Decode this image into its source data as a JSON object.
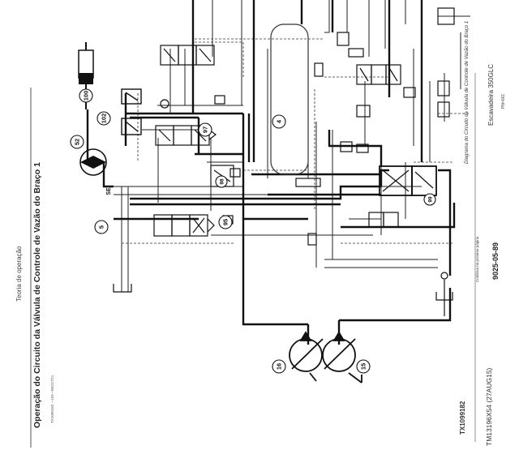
{
  "left_margin": {
    "section_label": "Teoria de operação",
    "title": "Operação do Circuito da Válvula de Controle de Vazão do Braço 1",
    "small_ref": "TX1099182 —UN—05OCT11",
    "figure_id": "TX1099182",
    "manual_code": "TM13196X54 (27AUG15)"
  },
  "right_margin": {
    "caption": "Diagrama do Circuito da Válvula de Controle de Vazão do Braço 1",
    "continues": "Continua na próxima página",
    "machine": "Escavadeira 350GLC",
    "machine_sub": "PN=661",
    "page_code": "9025-05-89"
  },
  "callouts": {
    "c100": "100",
    "c102": "102",
    "c52": "52",
    "c97": "97",
    "c4": "4",
    "c98": "98",
    "c99": "99",
    "c5": "5",
    "c95": "95",
    "c16": "16",
    "c15": "15",
    "se": "SE"
  }
}
